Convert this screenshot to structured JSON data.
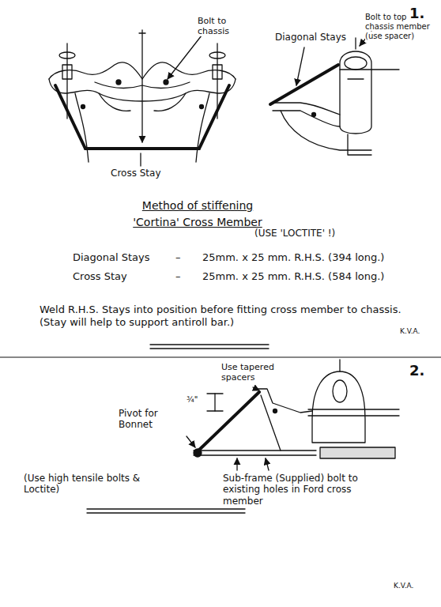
{
  "diagram": {
    "title": "Method of stiffening 'Cortina' Cross Member",
    "labels": [
      "1.",
      "Bolt to chassis",
      "Diagonal Stays",
      "Bolt to top chassis member (use spacer)",
      "Cross Stay",
      "(USE 'LOCTITE' !)",
      "Diagonal Stays",
      "–",
      "25mm. x 25 mm. R.H.S. (394 long.)",
      "Cross Stay",
      "–",
      "25mm. x 25 mm. R.H.S. (584 long.)",
      "Weld R.H.S. Stays into position before fitting cross member to chassis. (Stay will help to support antiroll bar.)",
      "K.V.A.",
      "2.",
      "Use tapered spacers",
      "¾\"",
      "Pivot for Bonnet",
      "(Use high tensile bolts & Loctite)",
      "Sub-frame (Supplied) bolt to existing holes in Ford cross member",
      "K.V.A."
    ]
  }
}
